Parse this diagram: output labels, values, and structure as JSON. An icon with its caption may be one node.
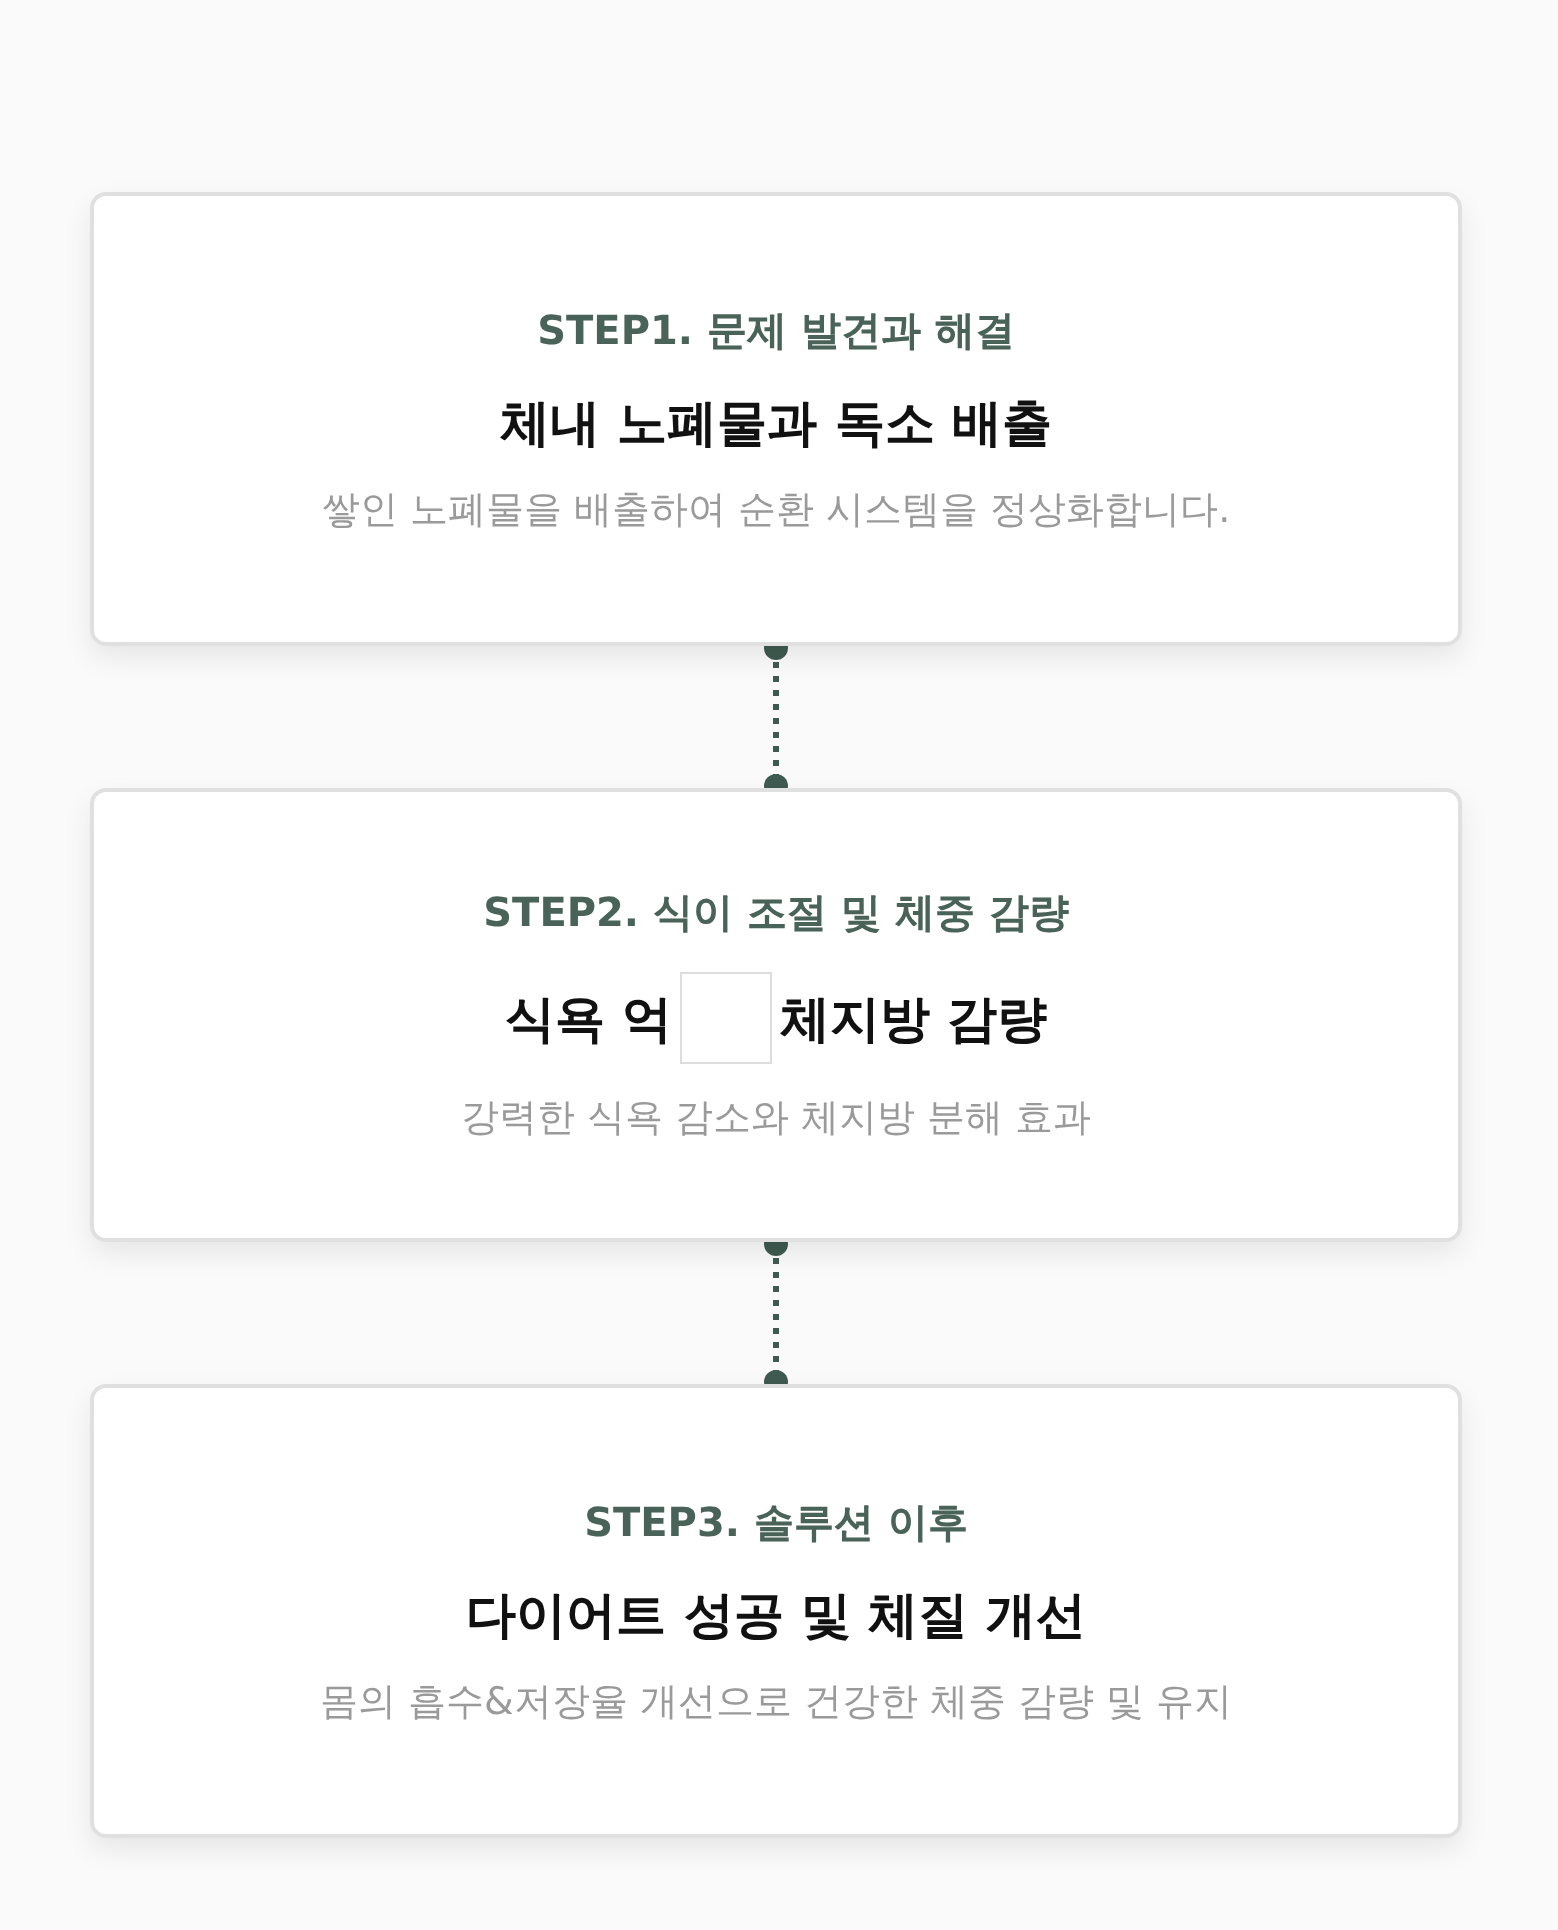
{
  "diagram": {
    "nodes": [
      {
        "text": [
          "STEP1. 문제 발견과 해결",
          "체내 노폐물과 독소 배출",
          "쌓인 노폐물을 배출하여 순환 시스템을 정상화합니다."
        ]
      },
      {
        "text": [
          "STEP2. 식이 조절 및 체중 감량",
          "식욕 억",
          "체지방 감량",
          "강력한 식욕 감소와 체지방 분해 효과"
        ]
      },
      {
        "text": [
          "STEP3. 솔루션 이후",
          "다이어트 성공 및 체질 개선",
          "몸의 흡수&저장율 개선으로 건강한 체중 감량 및 유지"
        ]
      }
    ],
    "edges": [
      {
        "from": 0,
        "to": 1,
        "arrow": "other",
        "style": "dashed"
      },
      {
        "from": 1,
        "to": 2,
        "arrow": "other",
        "style": "dashed"
      }
    ]
  }
}
